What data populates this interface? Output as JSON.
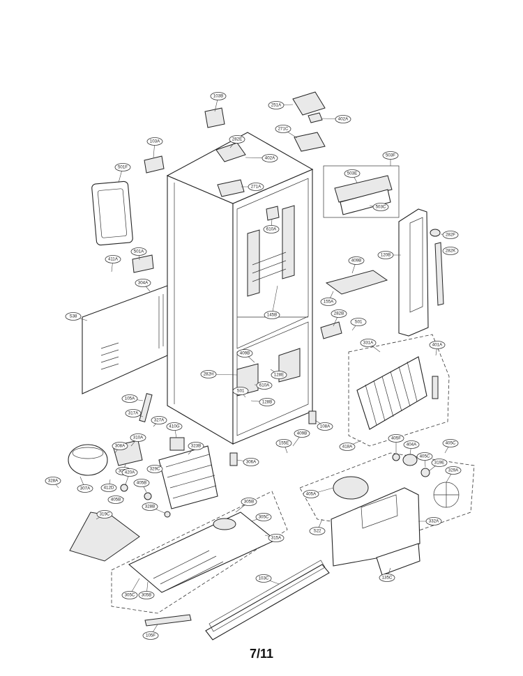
{
  "page": {
    "number": "7/11"
  },
  "callouts": [
    "103B",
    "251A",
    "402A",
    "282E",
    "271C",
    "402A",
    "103A",
    "501F",
    "503F",
    "503E",
    "271A",
    "503C",
    "610A",
    "282F",
    "282K",
    "120B",
    "501A",
    "411A",
    "304A",
    "409B",
    "155A",
    "145B",
    "282B",
    "S01",
    "S38",
    "331A",
    "401A",
    "409B",
    "282H",
    "128E",
    "610A",
    "S01",
    "128B",
    "105A",
    "317A",
    "327A",
    "108A",
    "410G",
    "409B",
    "155E",
    "418A",
    "405F",
    "404A",
    "405C",
    "310A",
    "323B",
    "308A",
    "306A",
    "309A",
    "329C",
    "405C",
    "319E",
    "329A",
    "328A",
    "307A",
    "412D",
    "420A",
    "405B",
    "405A",
    "405B",
    "328B",
    "305B",
    "305C",
    "332A",
    "319C",
    "S22",
    "315A",
    "135C",
    "103C",
    "305C",
    "305B",
    "105F"
  ]
}
